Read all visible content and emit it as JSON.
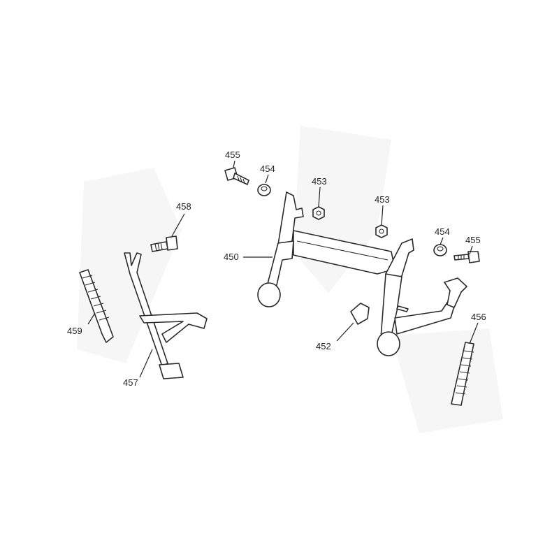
{
  "callouts": [
    {
      "id": "455a",
      "text": "455"
    },
    {
      "id": "454a",
      "text": "454"
    },
    {
      "id": "453a",
      "text": "453"
    },
    {
      "id": "453b",
      "text": "453"
    },
    {
      "id": "454b",
      "text": "454"
    },
    {
      "id": "455b",
      "text": "455"
    },
    {
      "id": "458",
      "text": "458"
    },
    {
      "id": "450",
      "text": "450"
    },
    {
      "id": "459",
      "text": "459"
    },
    {
      "id": "452",
      "text": "452"
    },
    {
      "id": "456",
      "text": "456"
    },
    {
      "id": "457",
      "text": "457"
    }
  ]
}
